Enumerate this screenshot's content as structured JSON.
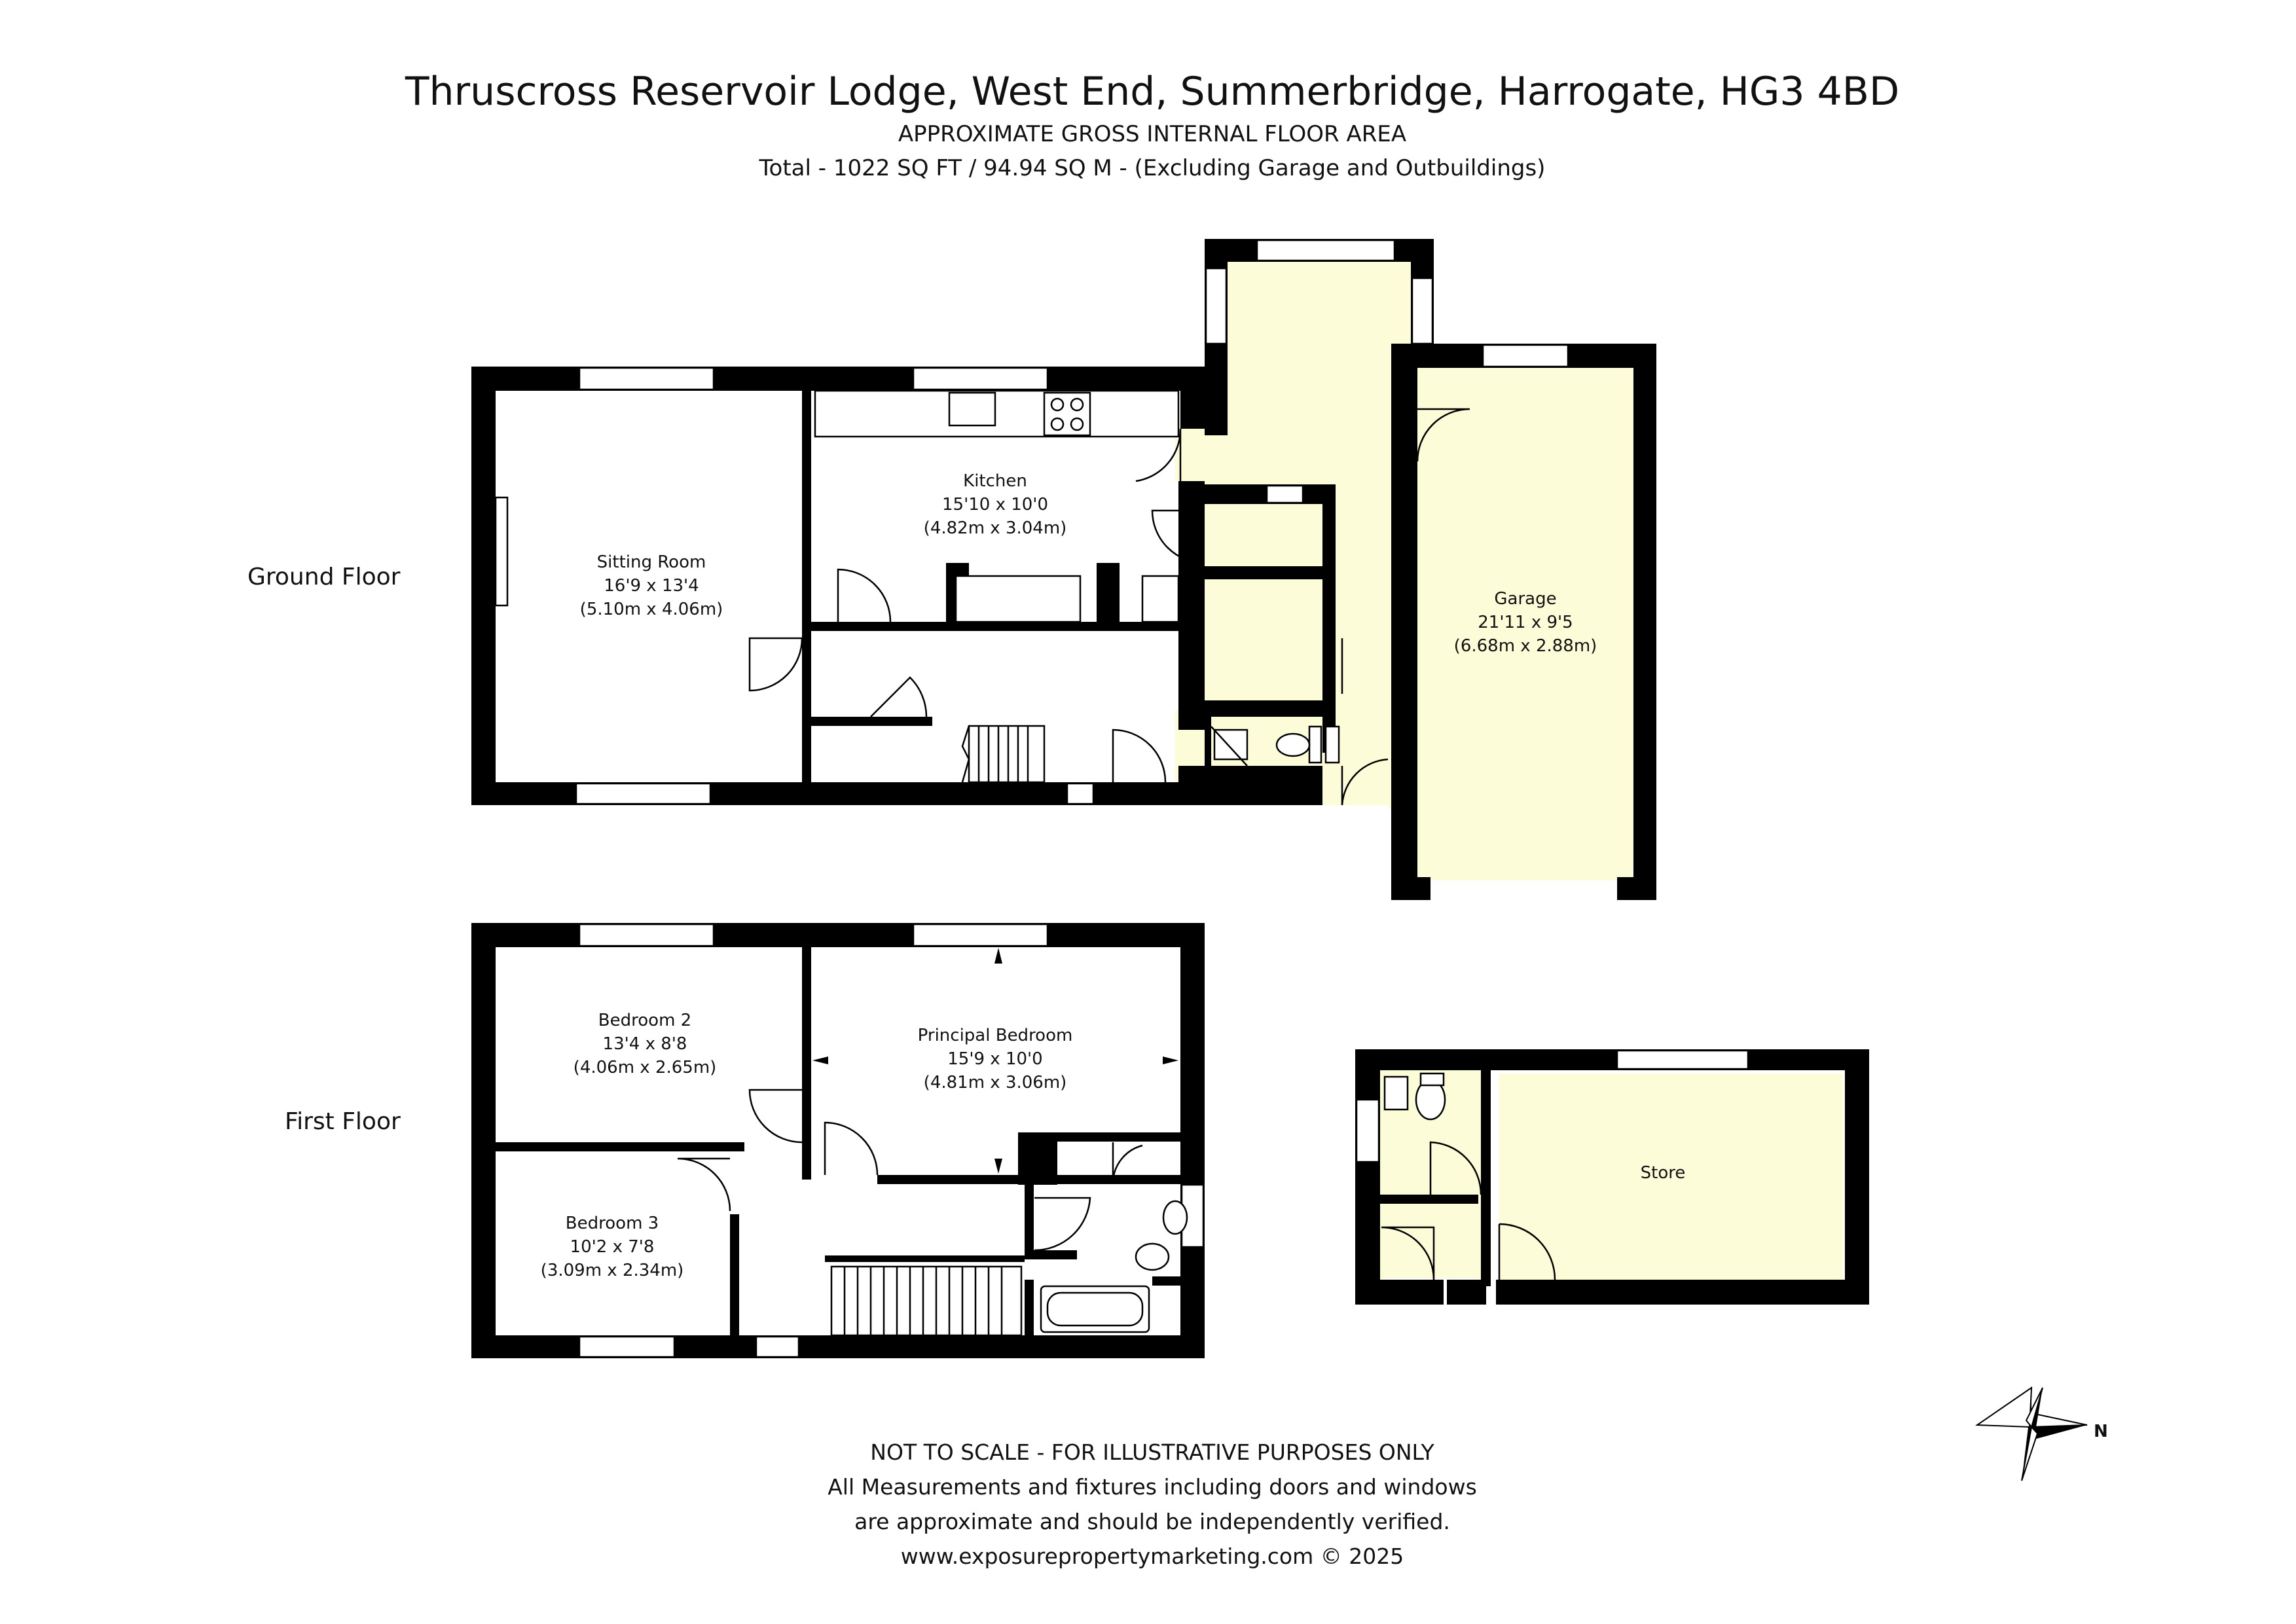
{
  "header": {
    "title": "Thruscross Reservoir Lodge, West End, Summerbridge, Harrogate, HG3 4BD",
    "subtitle": "APPROXIMATE GROSS INTERNAL FLOOR AREA",
    "total": "Total - 1022 SQ FT / 94.94 SQ M - (Excluding Garage and Outbuildings)"
  },
  "floors": {
    "ground": "Ground Floor",
    "first": "First Floor"
  },
  "rooms": {
    "sitting": {
      "name": "Sitting Room",
      "imperial": "16'9 x 13'4",
      "metric": "(5.10m x 4.06m)"
    },
    "kitchen": {
      "name": "Kitchen",
      "imperial": "15'10 x 10'0",
      "metric": "(4.82m x 3.04m)"
    },
    "garage": {
      "name": "Garage",
      "imperial": "21'11 x 9'5",
      "metric": "(6.68m x 2.88m)"
    },
    "bedroom2": {
      "name": "Bedroom 2",
      "imperial": "13'4 x 8'8",
      "metric": "(4.06m x 2.65m)"
    },
    "principal": {
      "name": "Principal Bedroom",
      "imperial": "15'9 x 10'0",
      "metric": "(4.81m x 3.06m)"
    },
    "bedroom3": {
      "name": "Bedroom 3",
      "imperial": "10'2 x 7'8",
      "metric": "(3.09m x 2.34m)"
    },
    "store": {
      "name": "Store"
    }
  },
  "footer": {
    "line1": "NOT TO SCALE - FOR ILLUSTRATIVE PURPOSES ONLY",
    "line2": "All Measurements and fixtures including doors and windows",
    "line3": "are approximate and should be independently verified.",
    "line4": "www.exposurepropertymarketing.com © 2025"
  },
  "compass": {
    "label": "N"
  },
  "colors": {
    "highlight_fill": "#fcfcd8",
    "wall": "#000000",
    "background": "#ffffff"
  },
  "icons": {
    "compass": "north-compass-icon"
  }
}
